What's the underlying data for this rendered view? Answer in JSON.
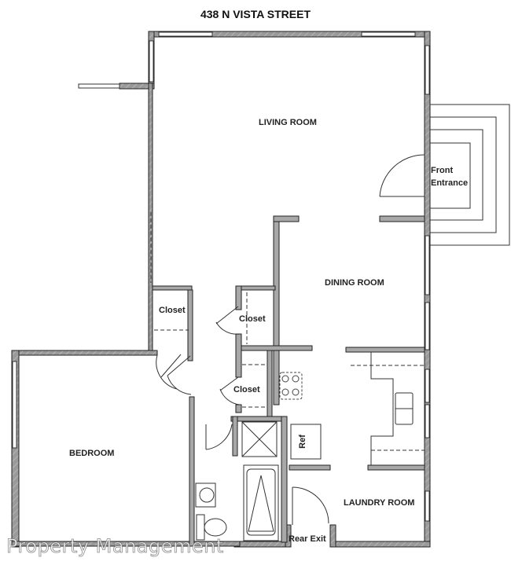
{
  "title": "438 N VISTA STREET",
  "rooms": {
    "living_room": "LIVING ROOM",
    "dining_room": "DINING ROOM",
    "bedroom": "BEDROOM",
    "laundry_room": "LAUNDRY ROOM",
    "closet_1": "Closet",
    "closet_2": "Closet",
    "closet_3": "Closet"
  },
  "fixtures": {
    "refrigerator": "Ref"
  },
  "entrances": {
    "front_line1": "Front",
    "front_line2": "Entrance",
    "rear": "Rear Exit"
  },
  "watermark": "Property Management",
  "colors": {
    "wall_fill": "#9a9a9a",
    "wall_stroke": "#222222",
    "line": "#333333",
    "background": "#ffffff"
  }
}
